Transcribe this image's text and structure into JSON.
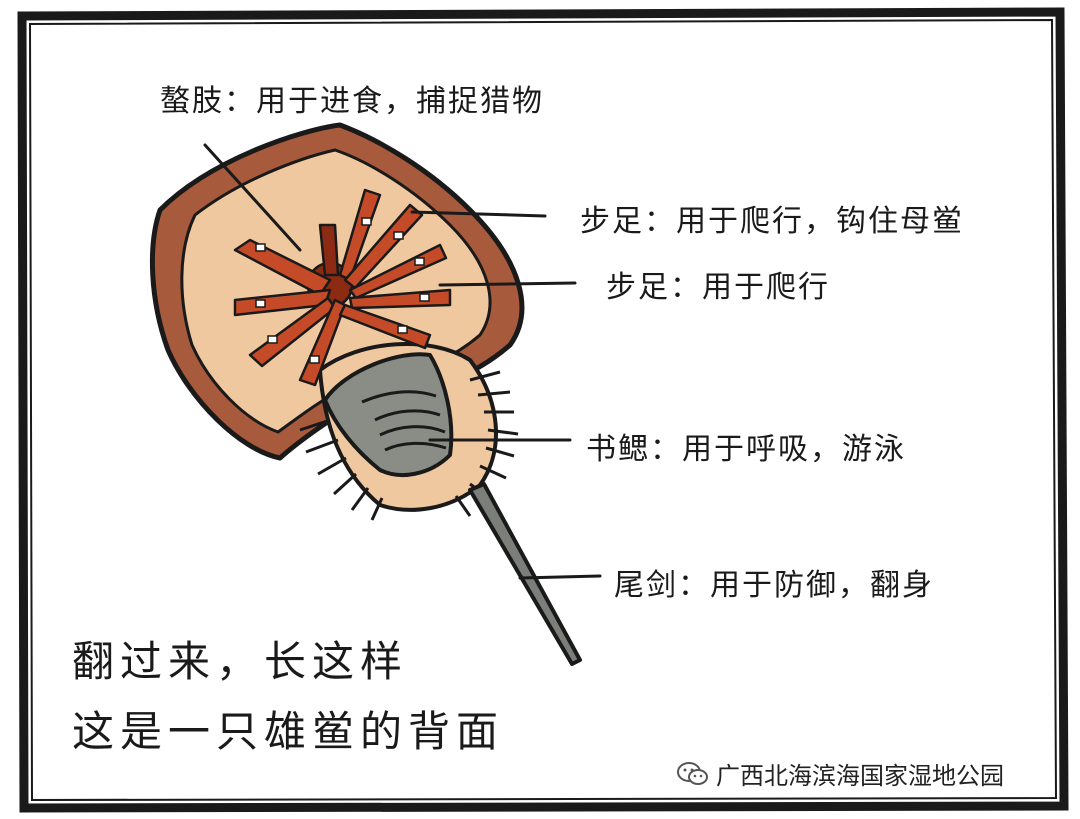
{
  "labels": {
    "chelicera": "螯肢：用于进食，捕捉猎物",
    "legs_hook": "步足：用于爬行，钩住母鲎",
    "legs": "步足：用于爬行",
    "gills": "书鳃：用于呼吸，游泳",
    "telson": "尾剑：用于防御，翻身"
  },
  "caption": {
    "line1": "翻过来，长这样",
    "line2": "这是一只雄鲎的背面"
  },
  "footer": {
    "source": "广西北海滨海国家湿地公园",
    "icon": "wechat-icon"
  },
  "colors": {
    "shell_outer": "#a85a3c",
    "shell_inner": "#f0c8a0",
    "legs": "#c44a28",
    "abdomen": "#8a8d86",
    "telson": "#7c7f79",
    "border": "#1a1a1a"
  }
}
